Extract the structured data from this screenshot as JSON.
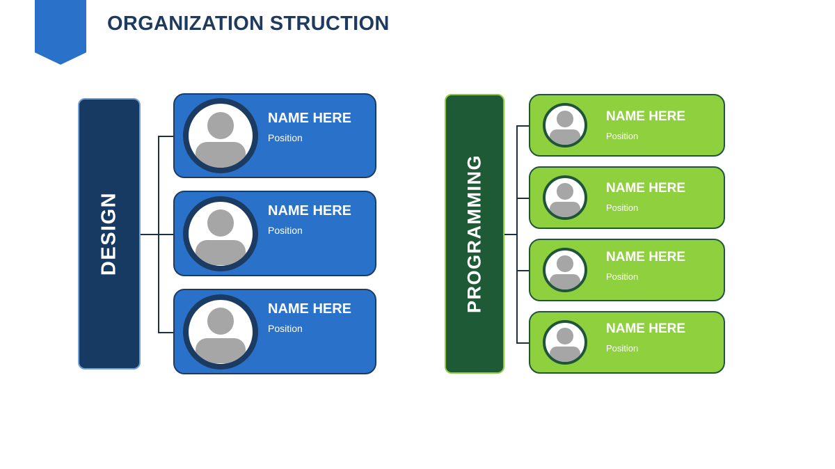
{
  "title": "ORGANIZATION STRUCTION",
  "colors": {
    "title": "#1e3a5f",
    "banner": "#2a72c9",
    "design_dept": "#173a63",
    "design_dept_border": "#6fa0d8",
    "design_card": "#2a72c9",
    "design_card_border": "#1b3b62",
    "programming_dept": "#1e5a36",
    "programming_dept_border": "#8ccc3a",
    "programming_card": "#8ed03e",
    "programming_card_border": "#21553a"
  },
  "departments": [
    {
      "label": "DESIGN",
      "members": [
        {
          "name": "NAME HERE",
          "position": "Position",
          "icon": "person-avatar-icon"
        },
        {
          "name": "NAME HERE",
          "position": "Position",
          "icon": "person-avatar-icon"
        },
        {
          "name": "NAME HERE",
          "position": "Position",
          "icon": "person-avatar-icon"
        }
      ]
    },
    {
      "label": "PROGRAMMING",
      "members": [
        {
          "name": "NAME HERE",
          "position": "Position",
          "icon": "person-avatar-icon"
        },
        {
          "name": "NAME HERE",
          "position": "Position",
          "icon": "person-avatar-icon"
        },
        {
          "name": "NAME HERE",
          "position": "Position",
          "icon": "person-avatar-icon"
        },
        {
          "name": "NAME HERE",
          "position": "Position",
          "icon": "person-avatar-icon"
        }
      ]
    }
  ]
}
